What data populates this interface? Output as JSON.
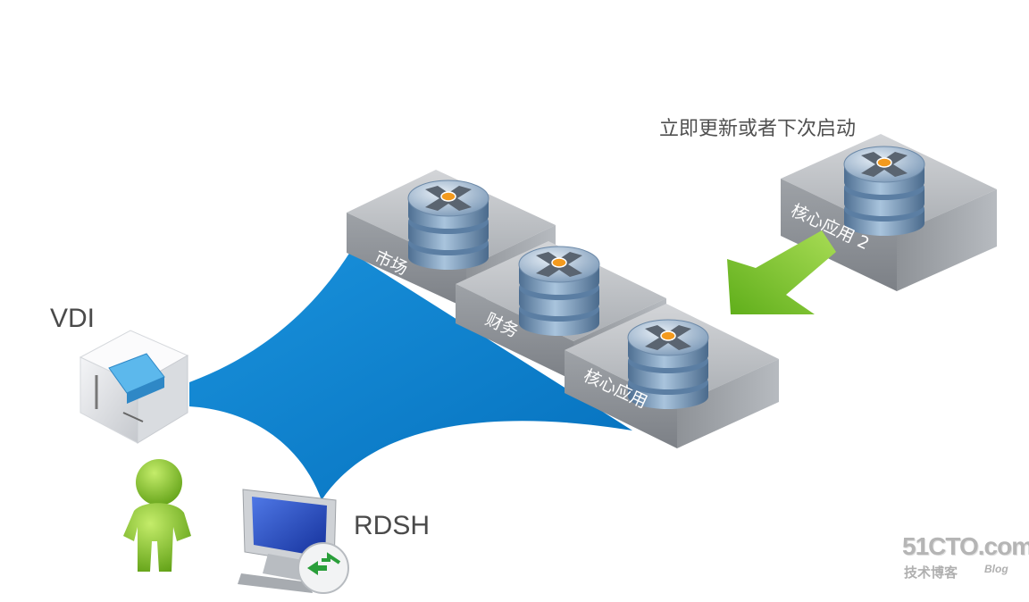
{
  "labels": {
    "vdi": "VDI",
    "rdsh": "RDSH",
    "update_note": "立即更新或者下次启动"
  },
  "boxes": [
    {
      "id": "market",
      "label": "市场"
    },
    {
      "id": "finance",
      "label": "财务"
    },
    {
      "id": "core",
      "label": "核心应用"
    },
    {
      "id": "core2",
      "label": "核心应用 2"
    }
  ],
  "watermark": {
    "main": "51CTO.com",
    "sub": "技术博客",
    "blog": "Blog"
  },
  "colors": {
    "flow_blue": "#0a7fd0",
    "arrow_green": "#7cc82a",
    "box_gray": "#9a9ea3",
    "person_green": "#8ccf2e",
    "badge_orange": "#f39a1e"
  },
  "icons": [
    "vdi-cube-icon",
    "person-icon",
    "rdsh-monitor-icon",
    "database-icon",
    "arrow-icon"
  ]
}
